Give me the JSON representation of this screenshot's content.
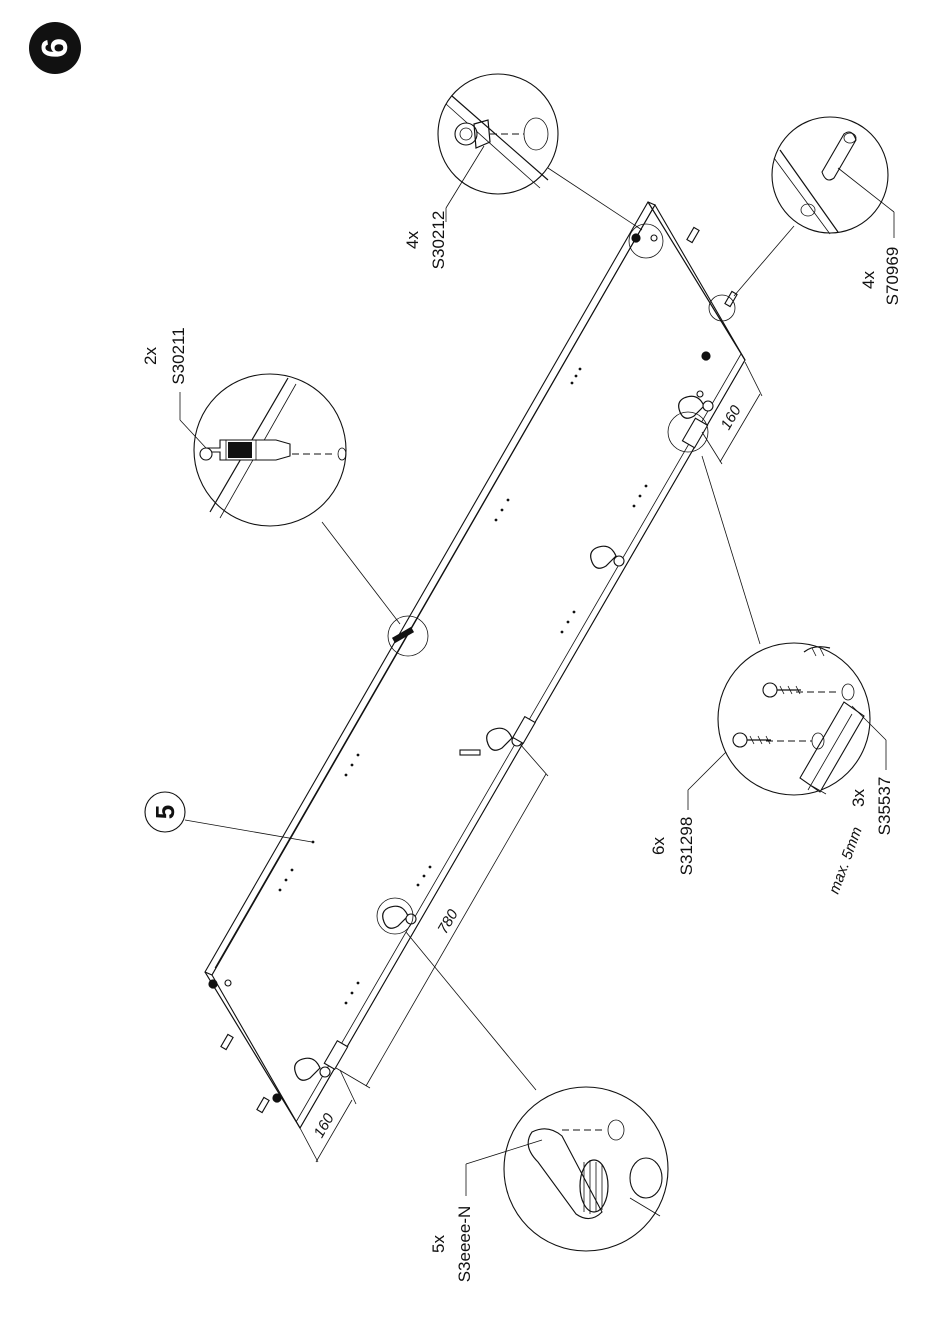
{
  "step": {
    "number": "6",
    "part_number": "5"
  },
  "callouts": {
    "s30212": {
      "qty": "4x",
      "code": "S30212"
    },
    "s70969": {
      "qty": "4x",
      "code": "S70969"
    },
    "s30211": {
      "qty": "2x",
      "code": "S30211"
    },
    "s31298": {
      "qty": "6x",
      "code": "S31298"
    },
    "s35537": {
      "qty": "3x",
      "code": "S35537"
    },
    "s3eeee": {
      "qty": "5x",
      "code": "S3eeee-N"
    }
  },
  "dimensions": {
    "top_right": "160",
    "bottom_left": "160",
    "middle": "780",
    "max_gap": "max. 5mm"
  }
}
